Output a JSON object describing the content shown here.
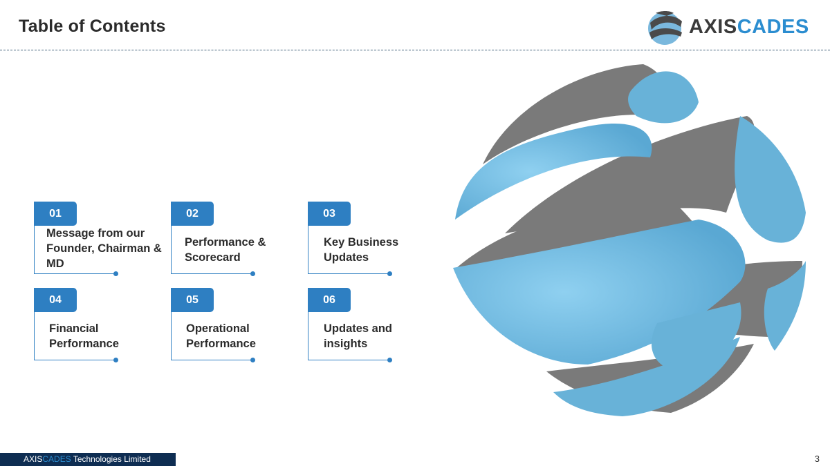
{
  "header": {
    "title": "Table of Contents",
    "logo_part1": "AXIS",
    "logo_part2": "CADES"
  },
  "toc": [
    {
      "number": "01",
      "label": "Message from our Founder, Chairman & MD"
    },
    {
      "number": "02",
      "label": "Performance & Scorecard"
    },
    {
      "number": "03",
      "label": "Key Business Updates"
    },
    {
      "number": "04",
      "label": "Financial Performance"
    },
    {
      "number": "05",
      "label": "Operational Performance"
    },
    {
      "number": "06",
      "label": "Updates and insights"
    }
  ],
  "footer": {
    "company_part1": "AXIS",
    "company_part2": "CADES",
    "company_part3": " Technologies Limited",
    "page": "3"
  },
  "colors": {
    "accent": "#2e7fc2",
    "footer_bg": "#0e2d52",
    "globe_blue": "#6fb6dd",
    "globe_gray": "#7a7a7a"
  }
}
